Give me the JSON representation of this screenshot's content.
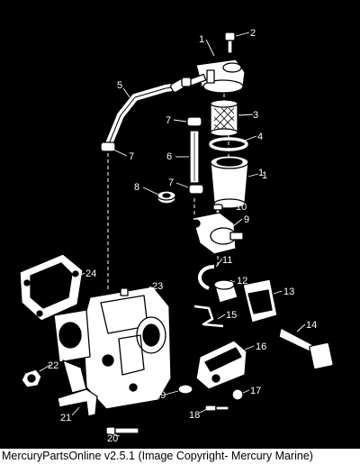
{
  "callouts": [
    "1",
    "2",
    "1",
    "3",
    "4",
    "5",
    "6",
    "7",
    "7",
    "7",
    "8",
    "1",
    "10",
    "9",
    "11",
    "12",
    "13",
    "14",
    "15",
    "16",
    "17",
    "18",
    "19",
    "20",
    "21",
    "22",
    "23",
    "24"
  ],
  "footer": {
    "caption": "MercuryPartsOnline v2.5.1 (Image Copyright- Mercury Marine)"
  }
}
